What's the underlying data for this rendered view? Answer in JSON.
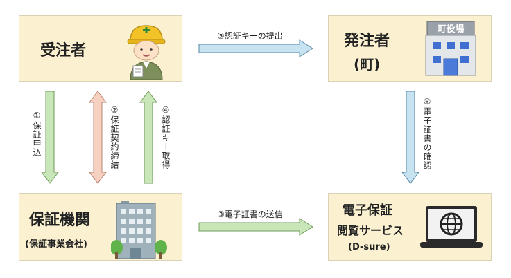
{
  "nodes": {
    "contractor": {
      "label": "受注者"
    },
    "orderer": {
      "label": "発注者",
      "sub": "(町)",
      "sign": "町役場"
    },
    "guarantor": {
      "label": "保証機関",
      "sub": "(保証事業会社)"
    },
    "service": {
      "label1": "電子保証",
      "label2": "閲覧サービス",
      "sub": "(D-sure)"
    }
  },
  "edges": {
    "e1": "①保証申込",
    "e2": "②保証契約締結",
    "e3": "③電子証書の送信",
    "e4": "④認証キー取得",
    "e5": "⑤認証キーの提出",
    "e6": "⑥電子証書の確認"
  },
  "colors": {
    "box_fill": "#fbf1d1",
    "arrow_green": "#c9e6b8",
    "arrow_green_stroke": "#6f9a5a",
    "arrow_blue": "#c7e3f1",
    "arrow_blue_stroke": "#5a88a6",
    "arrow_pink": "#f6d0c0",
    "arrow_pink_stroke": "#b88470"
  }
}
